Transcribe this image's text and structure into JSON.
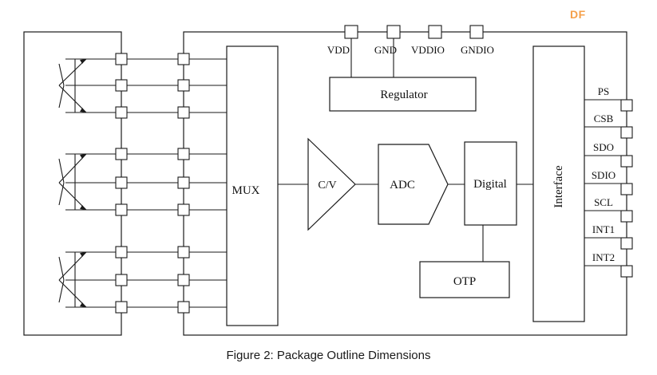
{
  "diagram": {
    "supply_pins": [
      "VDD",
      "GND",
      "VDDIO",
      "GNDIO"
    ],
    "blocks": {
      "regulator": "Regulator",
      "mux": "MUX",
      "cv": "C/V",
      "adc": "ADC",
      "digital": "Digital",
      "otp": "OTP",
      "interface": "Interface"
    },
    "interface_pins": [
      "PS",
      "CSB",
      "SDO",
      "SDIO",
      "SCL",
      "INT1",
      "INT2"
    ]
  },
  "caption": "Figure 2: Package Outline Dimensions",
  "watermark": "DF"
}
